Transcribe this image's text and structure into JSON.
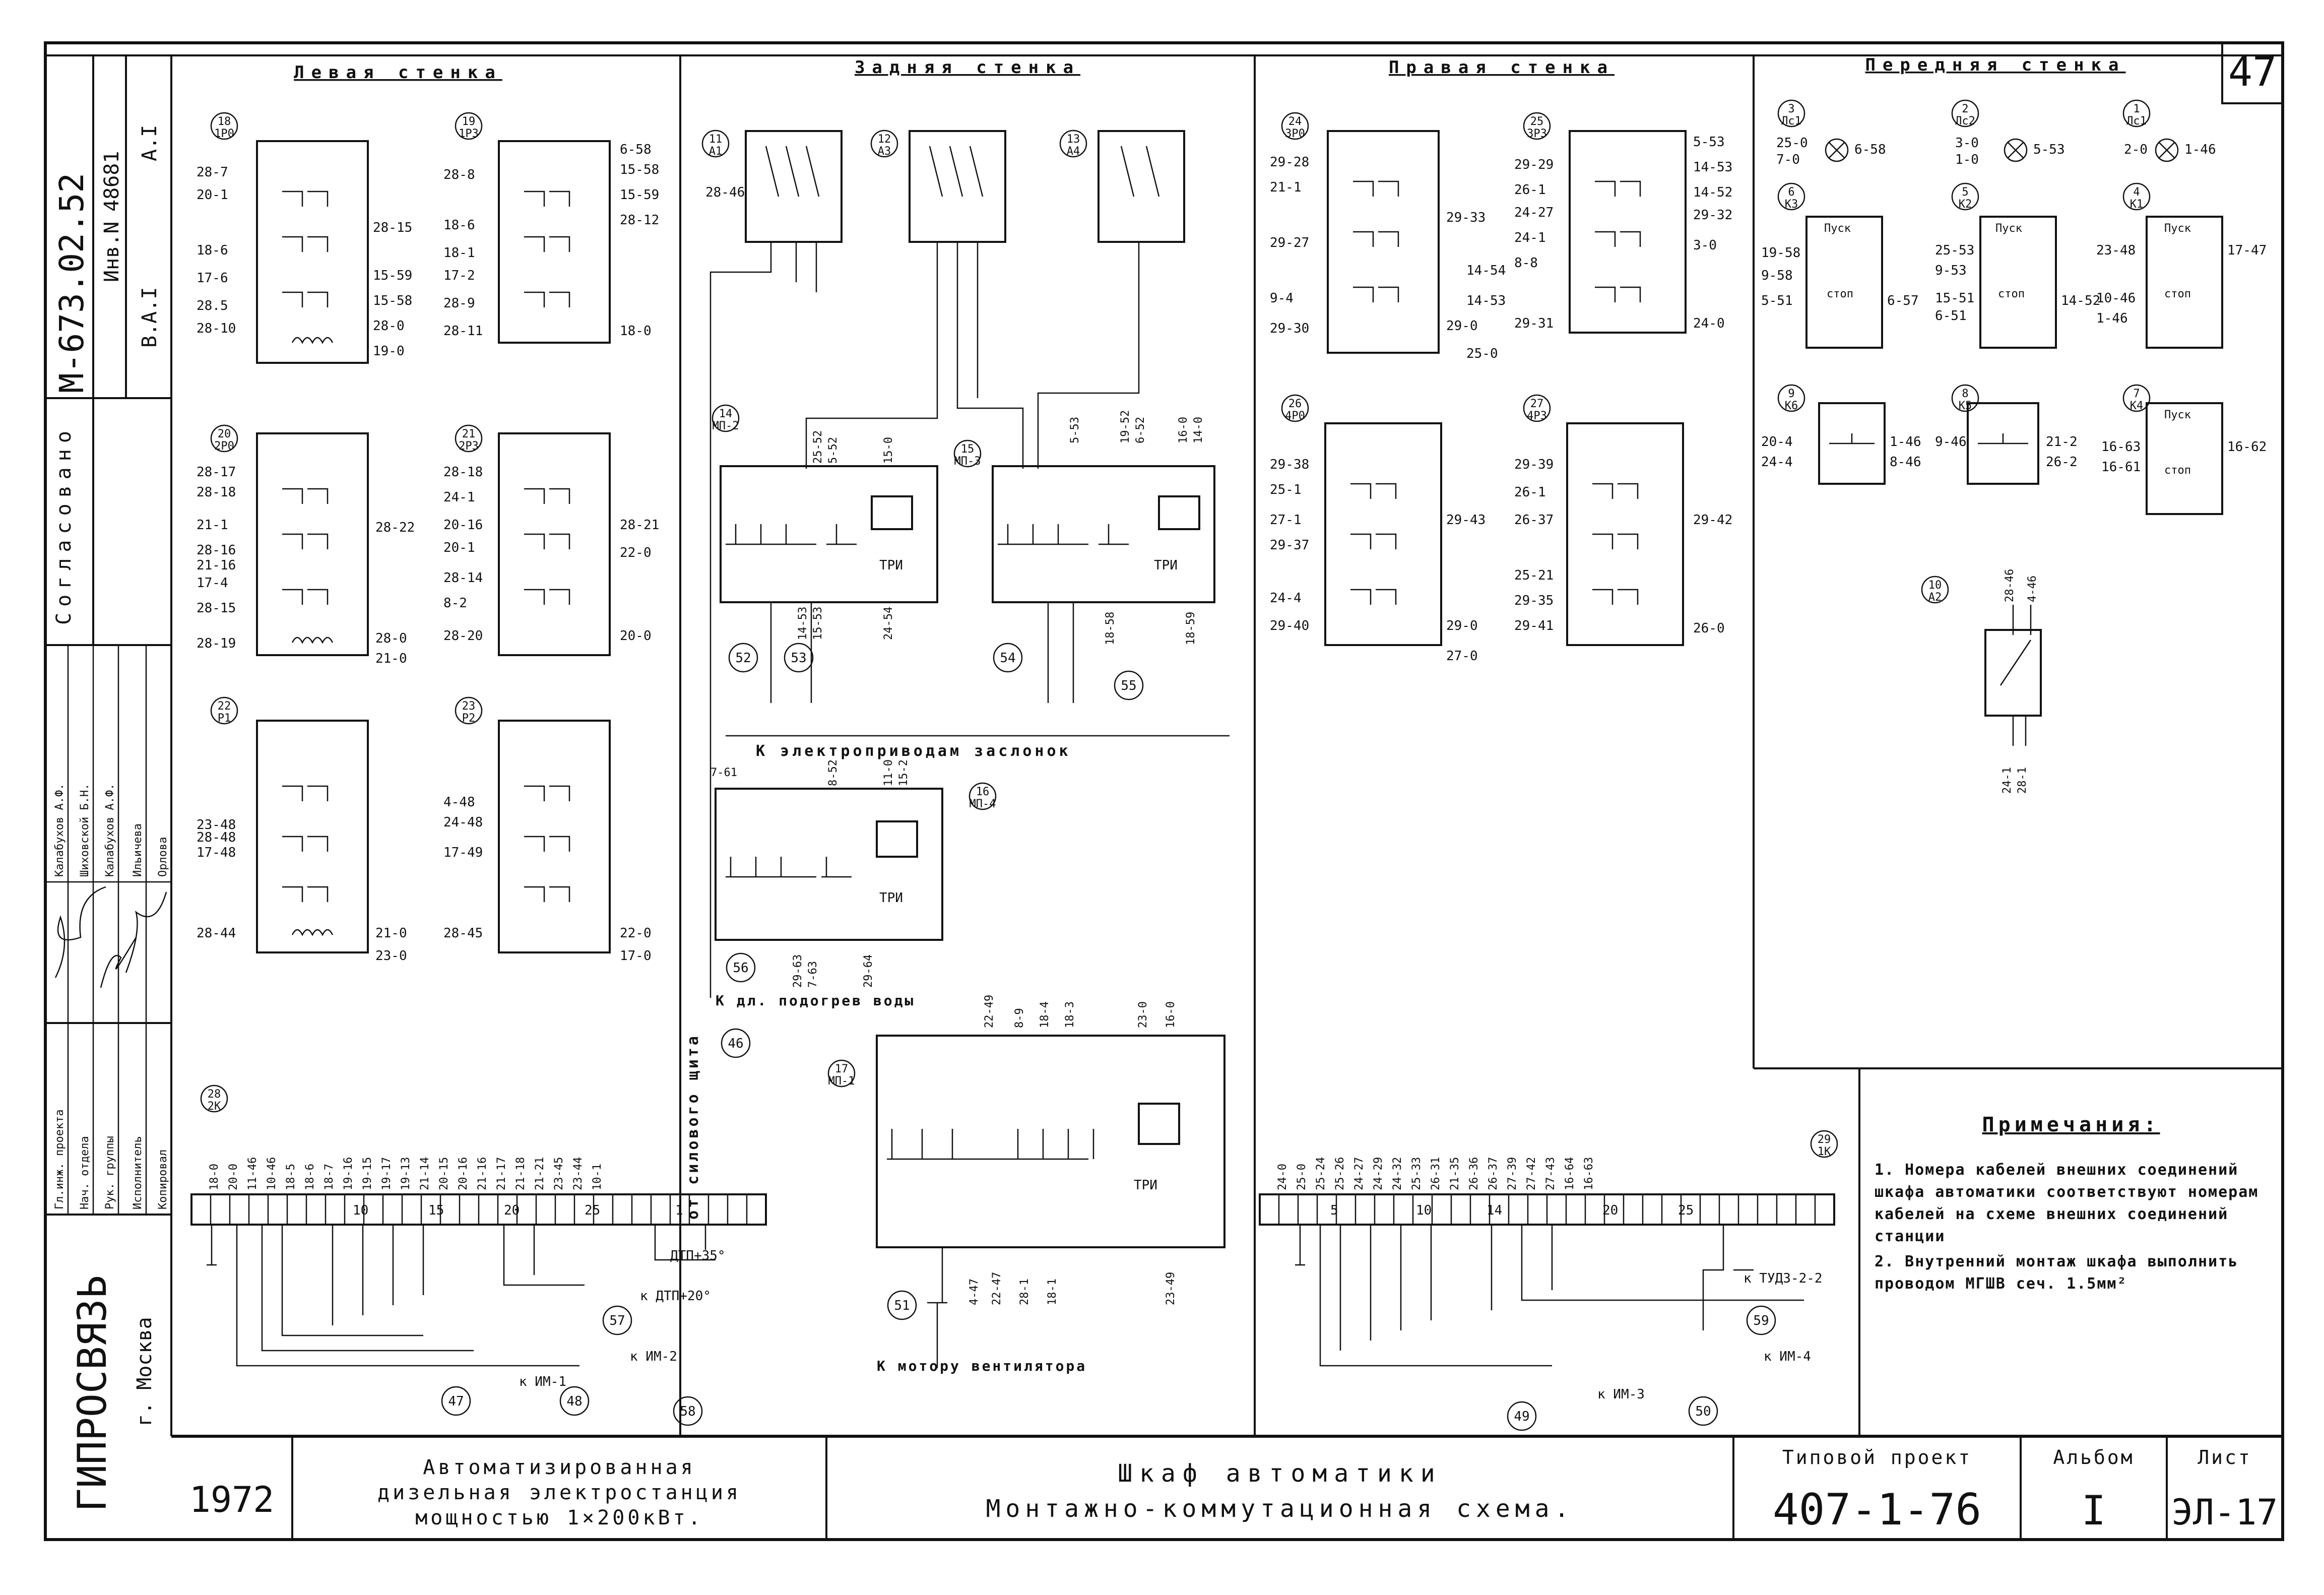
{
  "sheet_number": "47",
  "left_stamp": {
    "designation": "М-673.02.52",
    "inv_label": "Инв.N",
    "inv_number": "48681",
    "sheet_label": "В.А.I",
    "sheet_value": "А.I",
    "agreed": "Согласовано",
    "org": "ГИПРОСВЯЗЬ",
    "city": "г. Москва",
    "roles": [
      "Гл.инж. проекта",
      "Нач. отдела",
      "Рук. группы",
      "Исполнитель",
      "Копировал"
    ],
    "names": [
      "Калабухов А.Ф.",
      "Шиховской Б.Н.",
      "Калабухов А.Ф.",
      "Ильичева",
      "Орлова"
    ]
  },
  "sections": {
    "left_wall": "Левая стенка",
    "back_wall": "Задняя стенка",
    "right_wall": "Правая стенка",
    "front_wall": "Передняя стенка"
  },
  "left_wall_relays": [
    {
      "num": "18",
      "code": "1Р0",
      "left": [
        "28-7",
        "20-1",
        "",
        "",
        "18-6",
        "",
        "17-6",
        "28.5",
        "28-10"
      ],
      "right": [
        "28-15",
        "15-59",
        "15-58",
        "28-0",
        "19-0"
      ]
    },
    {
      "num": "19",
      "code": "1Р3",
      "left": [
        "28-8",
        "",
        "18-6",
        "18-1",
        "17-2",
        "28-9",
        "28-11"
      ],
      "right": [
        "6-58",
        "15-58",
        "15-59",
        "28-12",
        "18-0"
      ]
    },
    {
      "num": "20",
      "code": "2Р0",
      "left": [
        "28-17",
        "28-18",
        "",
        "21-1",
        "28-16",
        "21-16",
        "17-4",
        "28-15",
        "28-19"
      ],
      "right": [
        "28-22",
        "28-0",
        "21-0"
      ]
    },
    {
      "num": "21",
      "code": "2Р3",
      "left": [
        "28-18",
        "24-1",
        "20-16",
        "20-1",
        "28-14",
        "8-2",
        "28-20"
      ],
      "right": [
        "28-21",
        "22-0",
        "20-0"
      ]
    },
    {
      "num": "22",
      "code": "Р1",
      "left": [
        "23-48",
        "28-48",
        "17-48",
        "28-44"
      ],
      "right": [
        "21-0",
        "23-0"
      ]
    },
    {
      "num": "23",
      "code": "Р2",
      "left": [
        "4-48",
        "24-48",
        "17-49",
        "28-45"
      ],
      "right": [
        "22-0",
        "17-0"
      ]
    }
  ],
  "back_wall": {
    "breakers": [
      {
        "num": "11",
        "code": "А1",
        "wire": "28-46"
      },
      {
        "num": "12",
        "code": "А3"
      },
      {
        "num": "13",
        "code": "А4"
      }
    ],
    "starters": [
      {
        "num": "14",
        "code": "МП-2",
        "tri": "ТРИ",
        "top": [
          "25-52",
          "5-52",
          "15-0"
        ],
        "bottom": [
          "14-53",
          "15-53",
          "24-54"
        ]
      },
      {
        "num": "15",
        "code": "МП-3",
        "tri": "ТРИ",
        "top": [
          "5-53",
          "19-52",
          "6-52",
          "16-0",
          "14-0"
        ],
        "bottom": [
          "18-58",
          "18-59"
        ]
      },
      {
        "num": "16",
        "code": "МП-4",
        "tri": "ТРИ",
        "top": [
          "7-61",
          "8-52",
          "15-2",
          "11-0"
        ],
        "bottom": [
          "29-63",
          "7-63",
          "29-64"
        ]
      },
      {
        "num": "17",
        "code": "МП-1",
        "tri": "ТРИ",
        "top": [
          "22-49",
          "8-9",
          "18-4",
          "18-3",
          "23-0",
          "16-0"
        ],
        "bottom": [
          "4-47",
          "22-47",
          "28-1",
          "18-1",
          "23-49"
        ]
      }
    ],
    "cable_52": "52",
    "cable_53": "53",
    "cable_54": "54",
    "cable_55": "55",
    "cable_56": "56",
    "cable_51": "51",
    "to_actuators": "К электроприводам заслонок",
    "to_water_heating": "К дл. подогрев воды",
    "from_power_panel": "от силового щита",
    "cable_46": "46",
    "to_fan_motor": "К мотору вентилятора"
  },
  "right_wall_relays": [
    {
      "num": "24",
      "code": "3Р0",
      "left": [
        "29-28",
        "21-1",
        "",
        "",
        "29-27",
        "",
        "",
        "9-4",
        "29-30"
      ],
      "right": [
        "29-33",
        "14-54",
        "14-53",
        "29-0",
        "25-0"
      ]
    },
    {
      "num": "25",
      "code": "3Р3",
      "left": [
        "29-29",
        "26-1",
        "24-27",
        "24-1",
        "8-8",
        "",
        "29-31"
      ],
      "right": [
        "5-53",
        "14-53",
        "14-52",
        "29-32",
        "3-0",
        "24-0"
      ]
    },
    {
      "num": "26",
      "code": "4Р0",
      "left": [
        "29-38",
        "25-1",
        "27-1",
        "29-37",
        "",
        "24-4",
        "29-40"
      ],
      "right": [
        "29-43",
        "29-0",
        "27-0"
      ]
    },
    {
      "num": "27",
      "code": "4Р3",
      "left": [
        "29-39",
        "26-1",
        "26-37",
        "25-21",
        "29-35",
        "29-41"
      ],
      "right": [
        "29-42",
        "26-0"
      ]
    }
  ],
  "front_wall": {
    "lamps": [
      {
        "num": "3",
        "code": "Лс1",
        "left": [
          "25-0",
          "7-0"
        ],
        "right": "6-58"
      },
      {
        "num": "2",
        "code": "Лс2",
        "left": [
          "3-0",
          "1-0"
        ],
        "right": "5-53"
      },
      {
        "num": "1",
        "code": "Лс1",
        "left": [
          "2-0"
        ],
        "right": "1-46"
      }
    ],
    "buttons_row1": [
      {
        "num": "6",
        "code": "К3",
        "start": "Пуск",
        "stop": "стоп",
        "left": [
          "19-58",
          "9-58",
          "5-51"
        ],
        "right": [
          "6-57"
        ]
      },
      {
        "num": "5",
        "code": "К2",
        "start": "Пуск",
        "stop": "стоп",
        "left": [
          "25-53",
          "9-53",
          "15-51",
          "6-51"
        ],
        "right": [
          "14-52"
        ]
      },
      {
        "num": "4",
        "code": "К1",
        "start": "Пуск",
        "stop": "стоп",
        "left": [
          "23-48",
          "10-46",
          "1-46"
        ],
        "right": [
          "17-47"
        ]
      }
    ],
    "buttons_row2": [
      {
        "num": "9",
        "code": "К6",
        "left": [
          "20-4",
          "24-4"
        ],
        "right": [
          "1-46",
          "8-46"
        ]
      },
      {
        "num": "8",
        "code": "К5",
        "left": [
          "9-46"
        ],
        "right": [
          "21-2",
          "26-2"
        ]
      },
      {
        "num": "7",
        "code": "К4",
        "start": "Пуск",
        "stop": "стоп",
        "left": [
          "16-63",
          "16-61"
        ],
        "right": [
          "16-62"
        ]
      }
    ],
    "switch": {
      "num": "10",
      "code": "А2",
      "top": [
        "28-46",
        "4-46"
      ],
      "bottom": [
        "24-1",
        "28-1"
      ]
    }
  },
  "terminal_28": {
    "num": "28",
    "code": "2К",
    "wires": [
      "18-0",
      "20-0",
      "11-46",
      "10-46",
      "18-5",
      "18-6",
      "18-7",
      "19-16",
      "19-15",
      "19-17",
      "19-13",
      "21-14",
      "20-15",
      "20-16",
      "21-16",
      "21-17",
      "21-18",
      "21-21",
      "23-45",
      "23-44",
      "10-1"
    ],
    "cables": [
      {
        "num": "57",
        "label": "к ДТП+20°"
      },
      {
        "num": "47",
        "label": "к ИМ-1"
      },
      {
        "num": "48",
        "label": "к ИМ-2"
      },
      {
        "num": "58",
        "label": "ДТП+35°"
      }
    ],
    "marks": [
      "10",
      "15",
      "20",
      "25",
      "1"
    ]
  },
  "terminal_29": {
    "num": "29",
    "code": "1К",
    "wires": [
      "24-0",
      "25-0",
      "25-24",
      "25-26",
      "24-27",
      "24-29",
      "24-32",
      "25-33",
      "26-31",
      "21-35",
      "26-36",
      "26-37",
      "27-39",
      "27-42",
      "27-43",
      "16-64",
      "16-63"
    ],
    "cables": [
      {
        "num": "59",
        "label": "к ТУДЗ-2-2"
      },
      {
        "num": "49",
        "label": "к ИМ-3"
      },
      {
        "num": "50",
        "label": "к ИМ-4"
      }
    ],
    "marks": [
      "5",
      "10",
      "14",
      "20",
      "25"
    ]
  },
  "notes": {
    "title": "Примечания:",
    "items": [
      "1. Номера кабелей внешних соединений шкафа автоматики соответствуют номерам кабелей на схеме внешних соединений станции",
      "2. Внутренний монтаж шкафа выполнить проводом МГШВ сеч. 1.5мм²"
    ]
  },
  "title_block": {
    "year": "1972",
    "project": [
      "Автоматизированная",
      "дизельная электростанция",
      "мощностью 1×200кВт."
    ],
    "drawing": [
      "Шкаф автоматики",
      "Монтажно-коммутационная схема."
    ],
    "standard_label": "Типовой проект",
    "standard_value": "407-1-76",
    "album_label": "Альбом",
    "album_value": "I",
    "sheet_label": "Лист",
    "sheet_value": "ЭЛ-17"
  }
}
